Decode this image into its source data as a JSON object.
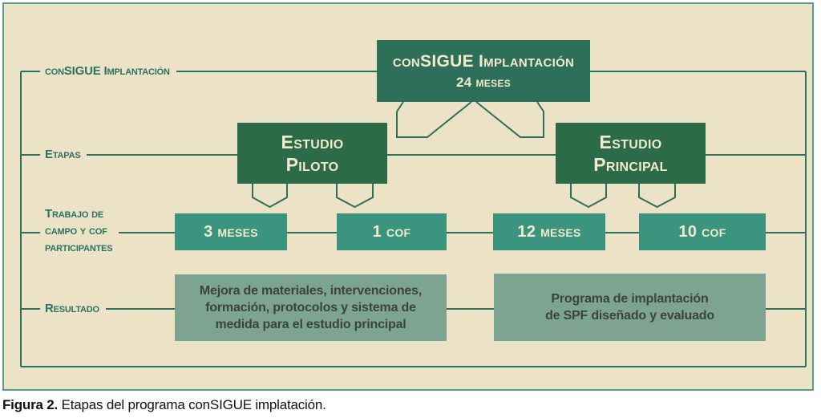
{
  "colors": {
    "page_bg": "#ffffff",
    "canvas_bg": "#ECE2C6",
    "frame_border": "#58A28B",
    "line": "#2D6F5B",
    "label_text": "#2B7263",
    "box_top": "#2E6F59",
    "box_stage": "#2B6B48",
    "box_field": "#3A947E",
    "box_result": "#7DA491",
    "box_text": "#F3E9CD",
    "result_text": "#3A433E",
    "caption_text": "#111111"
  },
  "side_labels": {
    "program": "conSIGUE Implantación",
    "stages": "Etapas",
    "fieldwork": [
      "Trabajo de",
      "campo y cof",
      "participantes"
    ],
    "result": "Resultado"
  },
  "program_box": {
    "title": "conSIGUE Implantación",
    "duration": "24 meses"
  },
  "stage_boxes": {
    "pilot": [
      "Estudio",
      "Piloto"
    ],
    "main": [
      "Estudio",
      "Principal"
    ]
  },
  "fieldwork_boxes": {
    "pilot_duration": "3 meses",
    "pilot_cof": "1 cof",
    "main_duration": "12 meses",
    "main_cof": "10 cof"
  },
  "result_boxes": {
    "pilot": [
      "Mejora de materiales, intervenciones,",
      "formación, protocolos y sistema de",
      "medida para el estudio principal"
    ],
    "main": [
      "Programa de implantación",
      "de SPF diseñado y evaluado"
    ]
  },
  "caption": {
    "prefix": "Figura 2.",
    "text": " Etapas del programa conSIGUE implatación."
  }
}
